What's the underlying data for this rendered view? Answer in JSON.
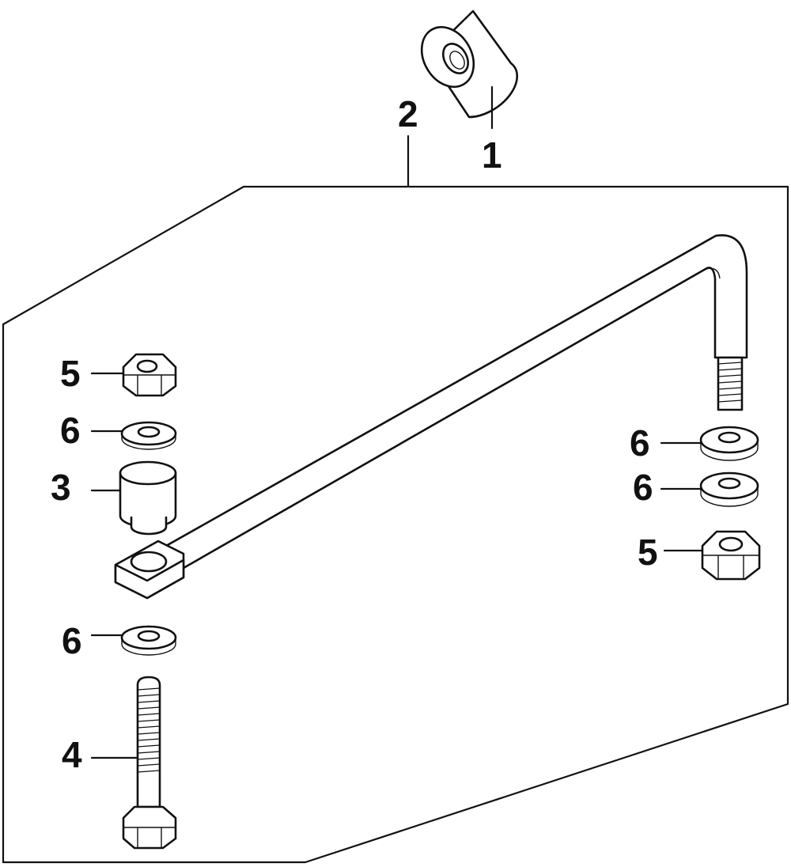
{
  "callouts": {
    "c1": "1",
    "c2": "2",
    "c3": "3",
    "c4": "4",
    "c5_left": "5",
    "c5_right": "5",
    "c6_left_top": "6",
    "c6_left_bottom": "6",
    "c6_right_top": "6",
    "c6_right_bottom": "6"
  }
}
